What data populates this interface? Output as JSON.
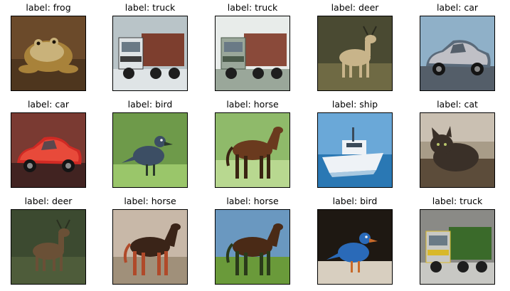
{
  "figure": {
    "label_prefix": "label: ",
    "panels": [
      {
        "label": "label: frog",
        "subject": "frog",
        "colors": {
          "bg": "#6b4a2a",
          "mid": "#a8823a",
          "fg": "#c9b27a",
          "accent": "#3a2a18"
        }
      },
      {
        "label": "label: truck",
        "subject": "truck",
        "colors": {
          "bg": "#b9c4c8",
          "mid": "#dfe4e6",
          "fg": "#7d3e2e",
          "accent": "#3c3c3c"
        }
      },
      {
        "label": "label: truck",
        "subject": "truck",
        "colors": {
          "bg": "#e8ecea",
          "mid": "#9aa79a",
          "fg": "#8a4a3a",
          "accent": "#4a5a4a"
        }
      },
      {
        "label": "label: deer",
        "subject": "deer",
        "colors": {
          "bg": "#4a4a32",
          "mid": "#6f6a44",
          "fg": "#c8b48a",
          "accent": "#2a2a1e"
        }
      },
      {
        "label": "label: car",
        "subject": "car",
        "colors": {
          "bg": "#8fb0c8",
          "mid": "#5a6a7a",
          "fg": "#c0c0c6",
          "accent": "#3a3c40"
        }
      },
      {
        "label": "label: car",
        "subject": "car",
        "colors": {
          "bg": "#7a3a32",
          "mid": "#d02a24",
          "fg": "#e84a3a",
          "accent": "#2a1a1a"
        }
      },
      {
        "label": "label: bird",
        "subject": "bird",
        "colors": {
          "bg": "#6e9a4a",
          "mid": "#9ac66a",
          "fg": "#3c4e64",
          "accent": "#2a3a2a"
        }
      },
      {
        "label": "label: horse",
        "subject": "horse",
        "colors": {
          "bg": "#8fba6a",
          "mid": "#b8d890",
          "fg": "#6a3a1e",
          "accent": "#3a2412"
        }
      },
      {
        "label": "label: ship",
        "subject": "ship",
        "colors": {
          "bg": "#6aa8d8",
          "mid": "#2a78b4",
          "fg": "#eef2f6",
          "accent": "#3a4a5a"
        }
      },
      {
        "label": "label: cat",
        "subject": "cat",
        "colors": {
          "bg": "#a89c88",
          "mid": "#5c4c3a",
          "fg": "#3a3028",
          "accent": "#d8d0c4"
        }
      },
      {
        "label": "label: deer",
        "subject": "deer",
        "colors": {
          "bg": "#3c4a30",
          "mid": "#4e5c3a",
          "fg": "#6a5036",
          "accent": "#2a3020"
        }
      },
      {
        "label": "label: horse",
        "subject": "horse",
        "colors": {
          "bg": "#c8b8a8",
          "mid": "#a0907a",
          "fg": "#3a2418",
          "accent": "#b04a2a"
        }
      },
      {
        "label": "label: horse",
        "subject": "horse",
        "colors": {
          "bg": "#6a98c0",
          "mid": "#6a9a3a",
          "fg": "#4a2a16",
          "accent": "#2a3a1a"
        }
      },
      {
        "label": "label: bird",
        "subject": "bird",
        "colors": {
          "bg": "#1e1812",
          "mid": "#d8cfc0",
          "fg": "#2a6ab8",
          "accent": "#c86a2a"
        }
      },
      {
        "label": "label: truck",
        "subject": "truck",
        "colors": {
          "bg": "#8a8a86",
          "mid": "#c8c8c4",
          "fg": "#3a6a2a",
          "accent": "#d8b82a"
        }
      }
    ]
  }
}
